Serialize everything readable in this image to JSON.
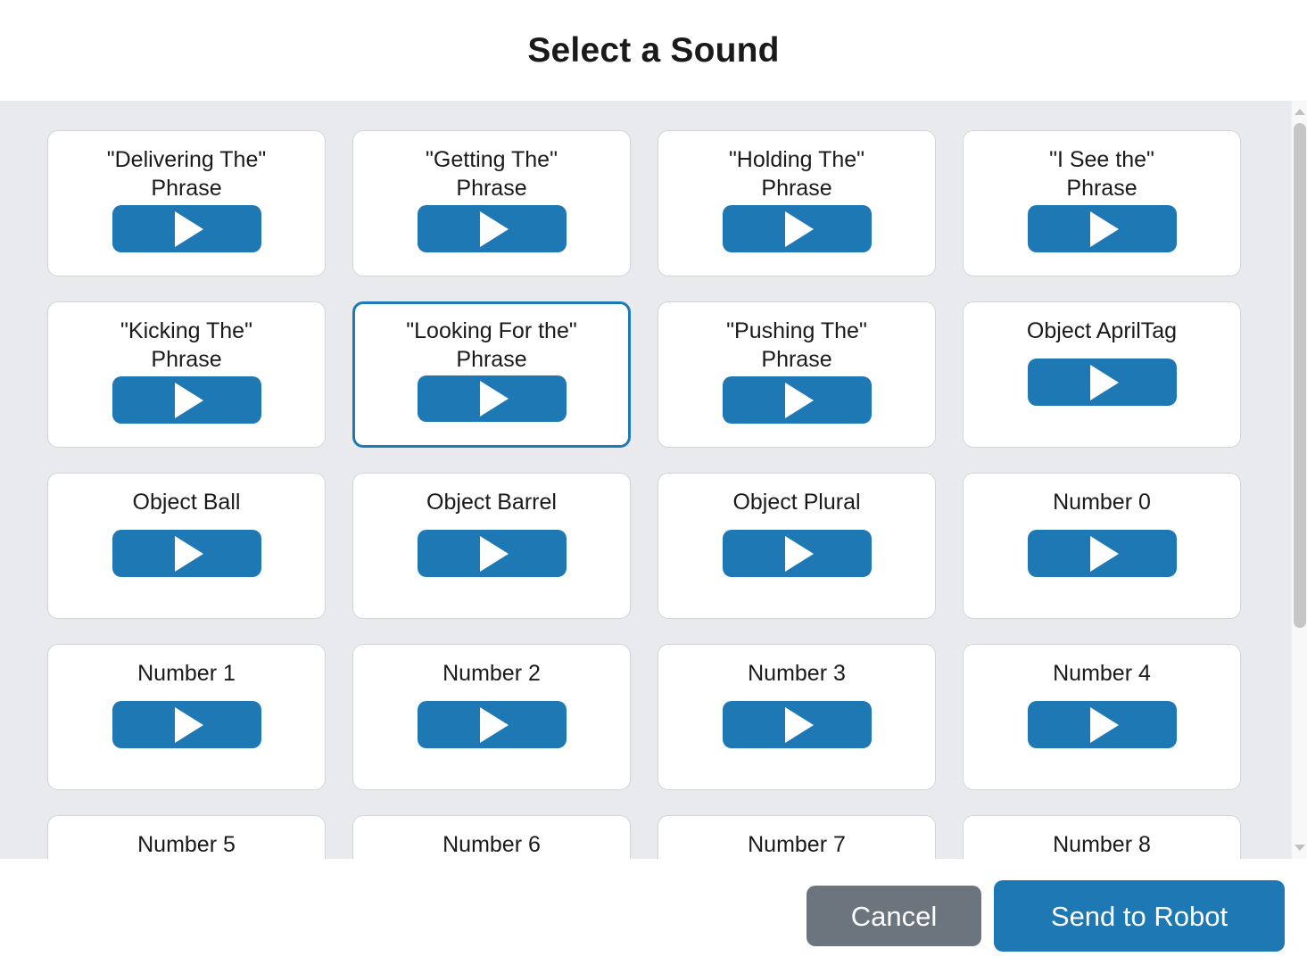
{
  "dialog": {
    "title": "Select a Sound"
  },
  "sounds": [
    {
      "label": "\"Delivering The\"\nPhrase",
      "lines": 2,
      "selected": false,
      "play_icon": "play-icon"
    },
    {
      "label": "\"Getting The\"\nPhrase",
      "lines": 2,
      "selected": false,
      "play_icon": "play-icon"
    },
    {
      "label": "\"Holding The\"\nPhrase",
      "lines": 2,
      "selected": false,
      "play_icon": "play-icon"
    },
    {
      "label": "\"I See the\"\nPhrase",
      "lines": 2,
      "selected": false,
      "play_icon": "play-icon"
    },
    {
      "label": "\"Kicking The\"\nPhrase",
      "lines": 2,
      "selected": false,
      "play_icon": "play-icon"
    },
    {
      "label": "\"Looking For the\"\nPhrase",
      "lines": 2,
      "selected": true,
      "play_icon": "play-icon"
    },
    {
      "label": "\"Pushing The\"\nPhrase",
      "lines": 2,
      "selected": false,
      "play_icon": "play-icon"
    },
    {
      "label": "Object AprilTag",
      "lines": 1,
      "selected": false,
      "play_icon": "play-icon"
    },
    {
      "label": "Object Ball",
      "lines": 1,
      "selected": false,
      "play_icon": "play-icon"
    },
    {
      "label": "Object Barrel",
      "lines": 1,
      "selected": false,
      "play_icon": "play-icon"
    },
    {
      "label": "Object Plural",
      "lines": 1,
      "selected": false,
      "play_icon": "play-icon"
    },
    {
      "label": "Number 0",
      "lines": 1,
      "selected": false,
      "play_icon": "play-icon"
    },
    {
      "label": "Number 1",
      "lines": 1,
      "selected": false,
      "play_icon": "play-icon"
    },
    {
      "label": "Number 2",
      "lines": 1,
      "selected": false,
      "play_icon": "play-icon"
    },
    {
      "label": "Number 3",
      "lines": 1,
      "selected": false,
      "play_icon": "play-icon"
    },
    {
      "label": "Number 4",
      "lines": 1,
      "selected": false,
      "play_icon": "play-icon"
    },
    {
      "label": "Number 5",
      "lines": 1,
      "selected": false,
      "play_icon": "play-icon"
    },
    {
      "label": "Number 6",
      "lines": 1,
      "selected": false,
      "play_icon": "play-icon"
    },
    {
      "label": "Number 7",
      "lines": 1,
      "selected": false,
      "play_icon": "play-icon"
    },
    {
      "label": "Number 8",
      "lines": 1,
      "selected": false,
      "play_icon": "play-icon"
    }
  ],
  "scrollbar": {
    "up_arrow_icon": "chevron-up-icon",
    "down_arrow_icon": "chevron-down-icon"
  },
  "footer": {
    "cancel_label": "Cancel",
    "send_label": "Send to Robot"
  },
  "colors": {
    "accent_blue": "#1d78b4",
    "cancel_gray": "#6c757d",
    "panel_gray": "#e9eaee",
    "highlight_red": "#ed1c24",
    "selected_border": "#1d7ab4"
  }
}
